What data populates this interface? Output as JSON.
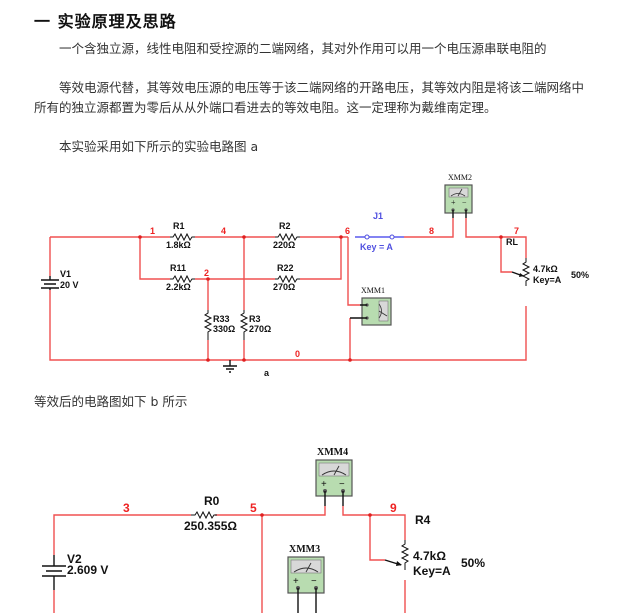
{
  "document": {
    "heading": "一 实验原理及思路",
    "paragraphs": [
      "一个含独立源，线性电阻和受控源的二端网络，其对外作用可以用一个电压源串联电阻的",
      "等效电源代替，其等效电压源的电压等于该二端网络的开路电压，其等效内阻是将该二端网络中所有的独立源都置为零后从从外端口看进去的等效电阻。这一定理称为戴维南定理。",
      "本实验采用如下所示的实验电路图 a",
      "等效后的电路图如下 b 所示"
    ]
  },
  "circuit_a": {
    "caption": "a",
    "source": {
      "name": "V1",
      "value": "20 V"
    },
    "resistors": [
      {
        "name": "R1",
        "value": "1.8kΩ"
      },
      {
        "name": "R2",
        "value": "220Ω"
      },
      {
        "name": "R11",
        "value": "2.2kΩ"
      },
      {
        "name": "R22",
        "value": "270Ω"
      },
      {
        "name": "R33",
        "value": "330Ω"
      },
      {
        "name": "R3",
        "value": "270Ω"
      }
    ],
    "nodes": [
      "1",
      "4",
      "2",
      "6",
      "8",
      "7",
      "0"
    ],
    "switch": {
      "name": "J1",
      "key": "Key = A"
    },
    "meters": [
      "XMM2",
      "XMM1"
    ],
    "load": {
      "name": "RL",
      "value": "4.7kΩ",
      "key": "Key=A",
      "percent": "50%"
    }
  },
  "circuit_b": {
    "source": {
      "name": "V2",
      "value": "2.609 V"
    },
    "resistor": {
      "name": "R0",
      "value": "250.355Ω"
    },
    "nodes": [
      "3",
      "5",
      "9"
    ],
    "meters": [
      "XMM4",
      "XMM3"
    ],
    "load": {
      "name": "R4",
      "value": "4.7kΩ",
      "key": "Key=A",
      "percent": "50%"
    }
  },
  "meter_symbols": {
    "plus": "+",
    "minus": "−"
  }
}
